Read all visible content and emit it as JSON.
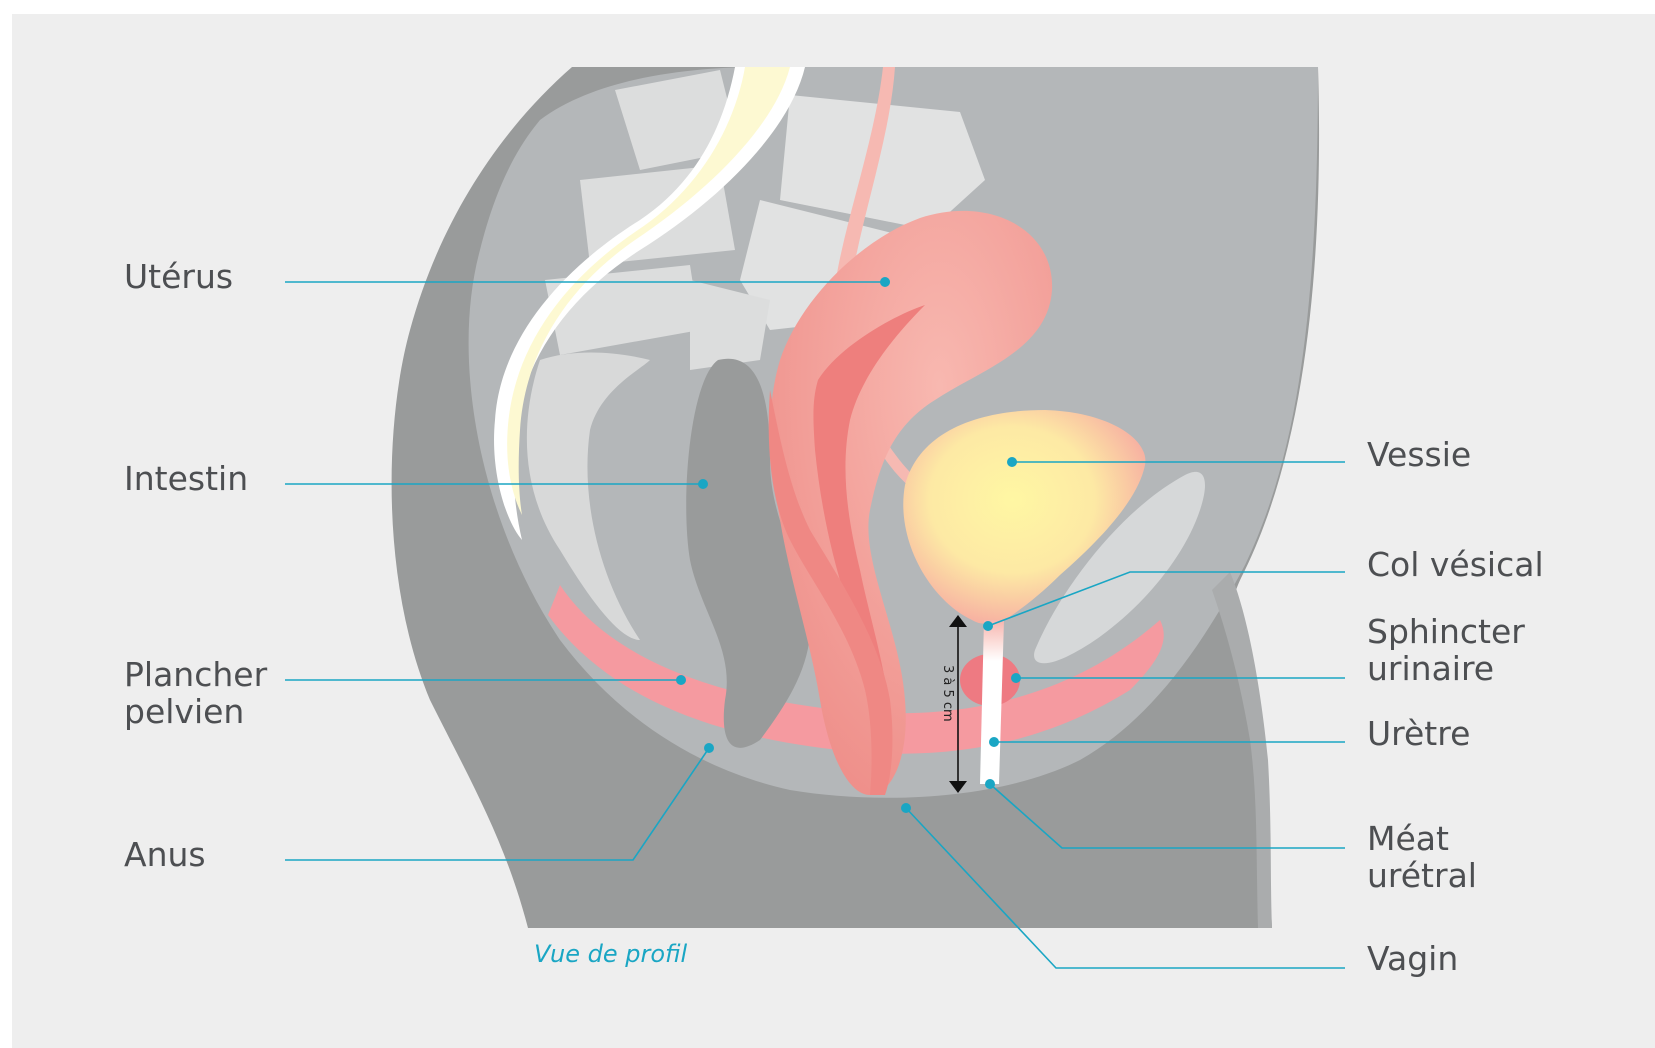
{
  "labels": {
    "uterus": "Utérus",
    "intestin": "Intestin",
    "plancher_line1": "Plancher",
    "plancher_line2": "pelvien",
    "anus": "Anus",
    "vessie": "Vessie",
    "col_vesical": "Col vésical",
    "sphincter_line1": "Sphincter",
    "sphincter_line2": "urinaire",
    "uretre": "Urètre",
    "meat_line1": "Méat",
    "meat_line2": "urétral",
    "vagin": "Vagin"
  },
  "measurement": "3 à 5 cm",
  "caption": "Vue de profil",
  "colors": {
    "background": "#eeeeee",
    "body_dark": "#999b9b",
    "body_mid": "#b4b7b9",
    "bone": "#dcdddd",
    "pelvic_floor": "#f59aa0",
    "uterus": "#f4a09c",
    "bladder_center": "#fff5a8",
    "leader": "#1aa6c4",
    "text": "#4d4f52"
  }
}
